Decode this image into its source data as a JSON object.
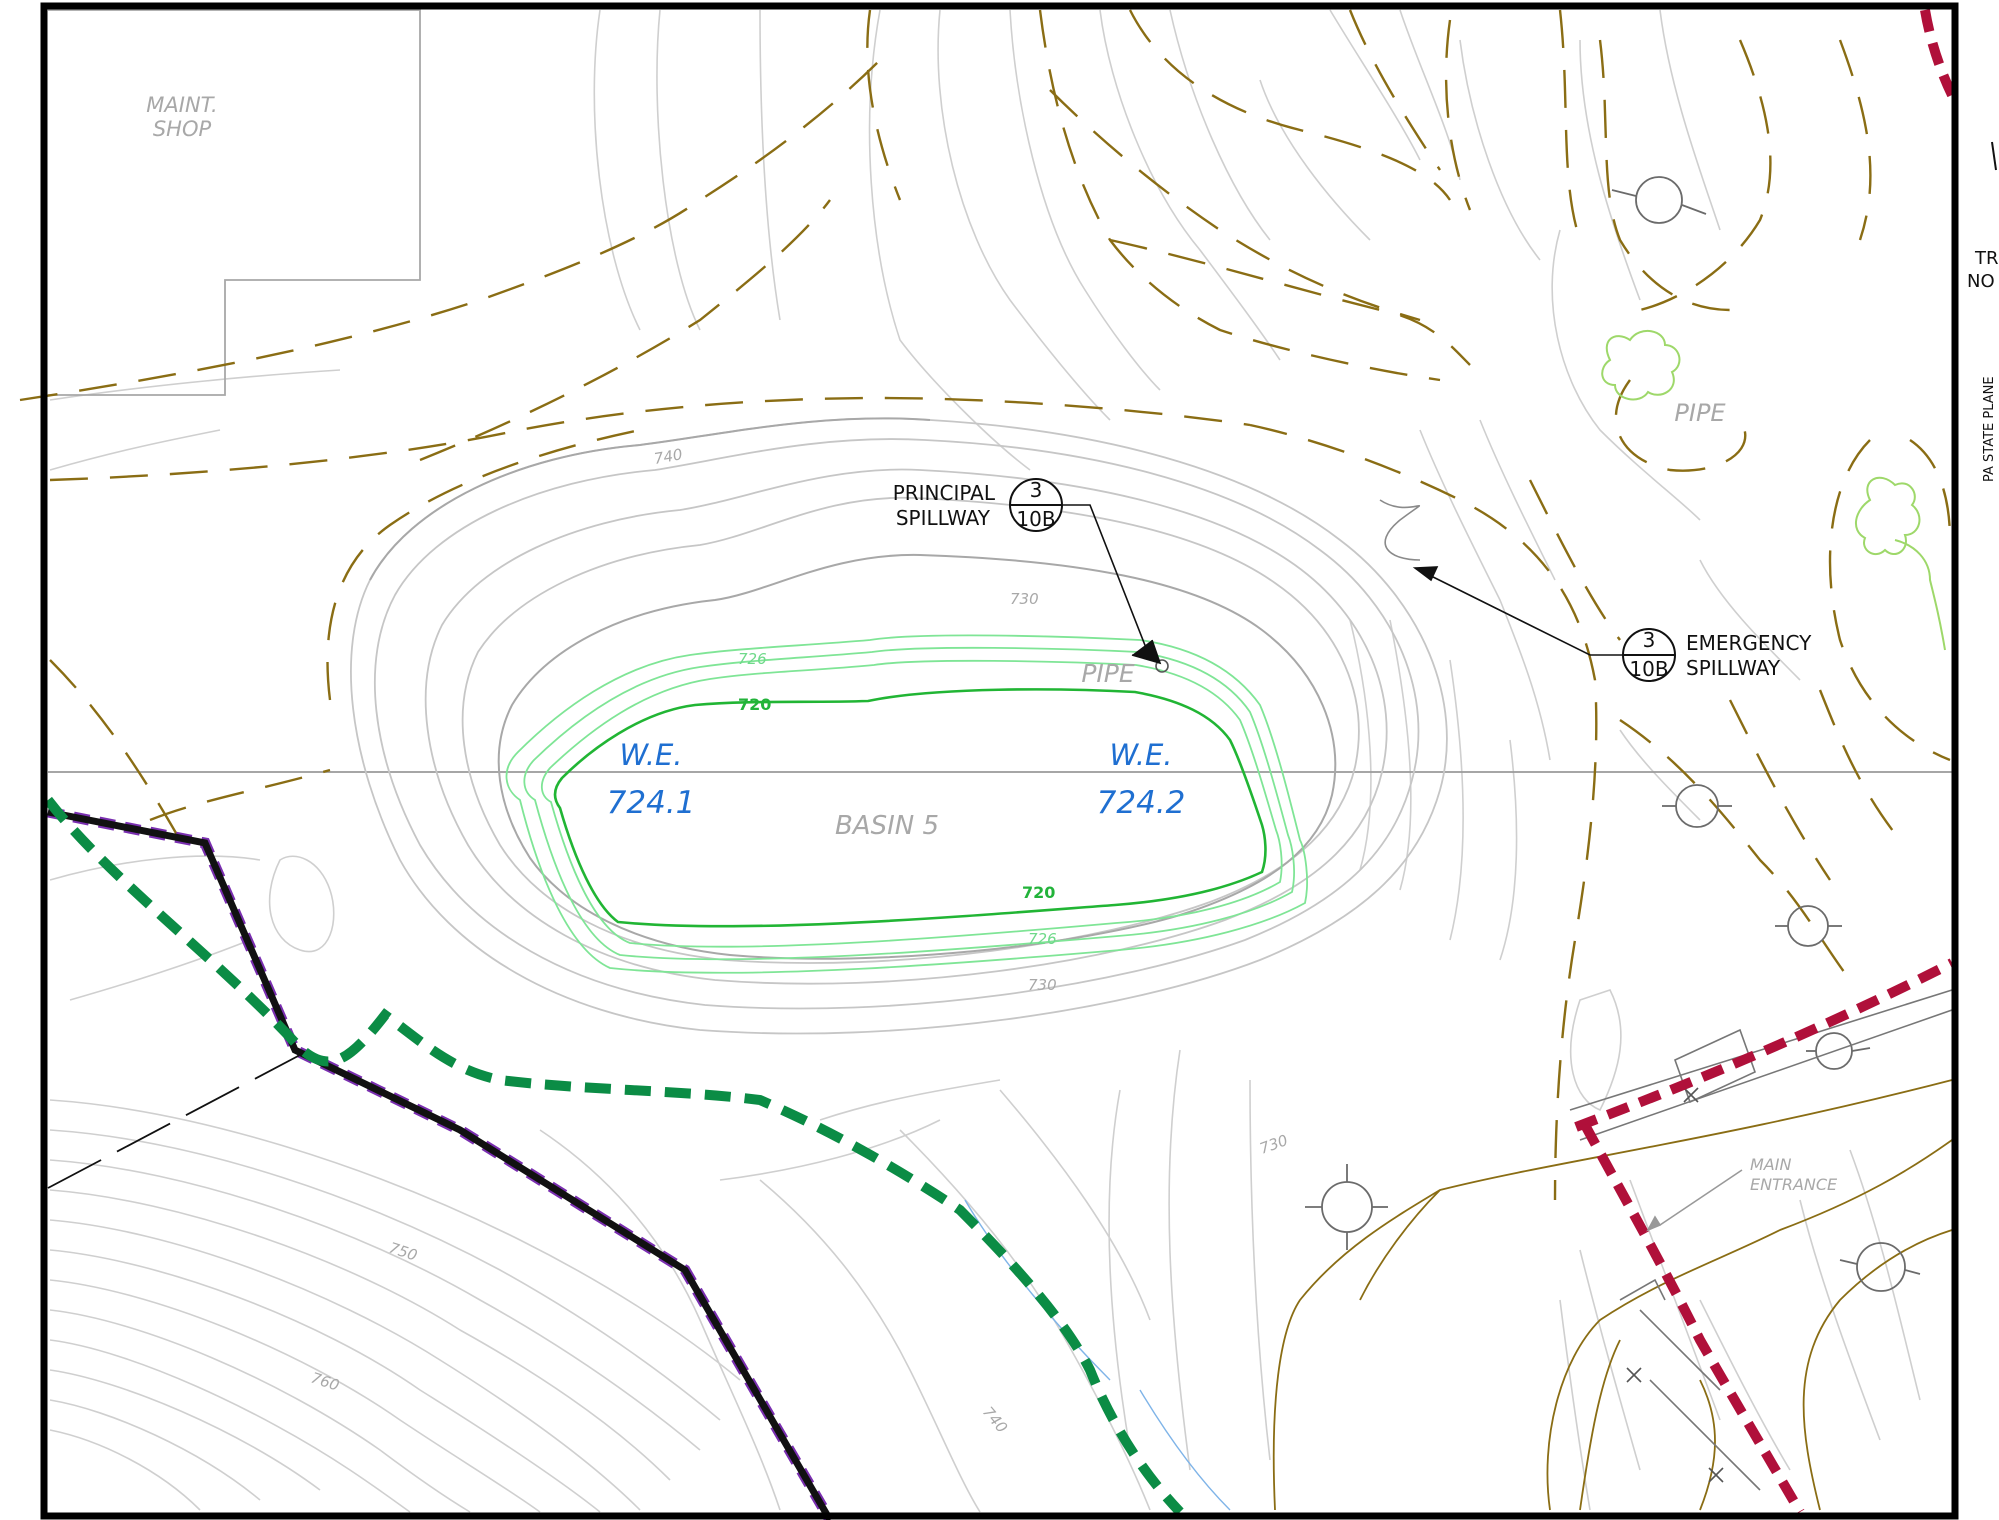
{
  "labels": {
    "maint_shop_line1": "MAINT.",
    "maint_shop_line2": "SHOP",
    "basin": "BASIN 5",
    "we_left_title": "W.E.",
    "we_left_value": "724.1",
    "we_right_title": "W.E.",
    "we_right_value": "724.2",
    "pipe_center": "PIPE",
    "pipe_top_right": "PIPE",
    "principal_line1": "PRINCIPAL",
    "principal_line2": "SPILLWAY",
    "emergency_line1": "EMERGENCY",
    "emergency_line2": "SPILLWAY",
    "main_entrance_line1": "MAIN",
    "main_entrance_line2": "ENTRANCE",
    "edge_tr": "TR",
    "edge_no": "NO",
    "pa_state_plane": "PA STATE PLANE"
  },
  "detail_callouts": {
    "principal": {
      "number": "3",
      "sheet": "10B"
    },
    "emergency": {
      "number": "3",
      "sheet": "10B"
    }
  },
  "contour_labels": {
    "c740_top": "740",
    "c730_top": "730",
    "c726_top": "726",
    "c720_top": "720",
    "c720_bottom": "720",
    "c726_bottom": "726",
    "c730_bottom": "730",
    "c730_right": "730",
    "c750": "750",
    "c760": "760",
    "c740_bottom": "740"
  },
  "colors": {
    "contour_minor": "#c9c9c9",
    "contour_major": "#a8a8a8",
    "pond_contour": "#7fe596",
    "pond_720": "#21b534",
    "dashed_brown": "#8a6d14",
    "green_dashed": "#0b8c45",
    "red_dashed": "#b0103a",
    "black_line": "#111111",
    "purple_edge": "#7a2fb0",
    "blue_label": "#1f6fd1",
    "tree_green": "#9ed86a"
  }
}
